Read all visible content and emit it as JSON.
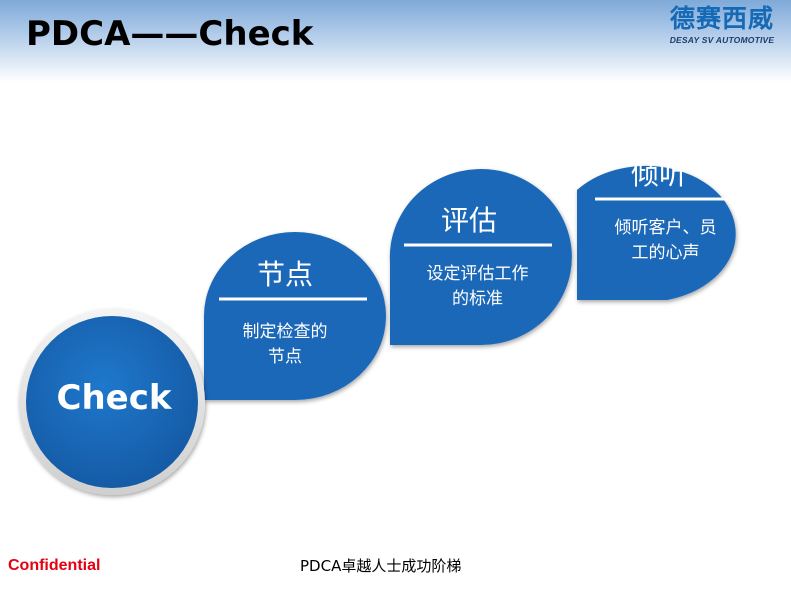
{
  "header": {
    "title": "PDCA——Check",
    "logo_cn": "德赛西威",
    "logo_en": "DESAY SV AUTOMOTIVE"
  },
  "diagram": {
    "center": {
      "label": "Check"
    },
    "steps": [
      {
        "title": "节点",
        "desc_line1": "制定检查的",
        "desc_line2": "节点"
      },
      {
        "title": "评估",
        "desc_line1": "设定评估工作",
        "desc_line2": "的标准"
      },
      {
        "title": "倾听",
        "desc_line1": "倾听客户、员",
        "desc_line2": "工的心声"
      }
    ]
  },
  "footer": {
    "confidential": "Confidential",
    "center_text": "PDCA卓越人士成功阶梯"
  },
  "colors": {
    "bubble_blue": "#1a68b8",
    "confidential_red": "#e60012"
  }
}
